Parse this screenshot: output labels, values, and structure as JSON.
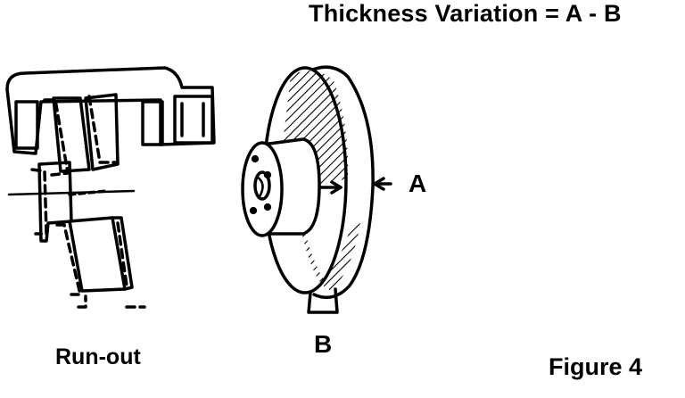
{
  "title": "Thickness Variation = A - B",
  "labels": {
    "a": "A",
    "b": "B",
    "runout": "Run-out",
    "figure": "Figure 4"
  },
  "colors": {
    "ink": "#000000",
    "paper": "#ffffff"
  }
}
